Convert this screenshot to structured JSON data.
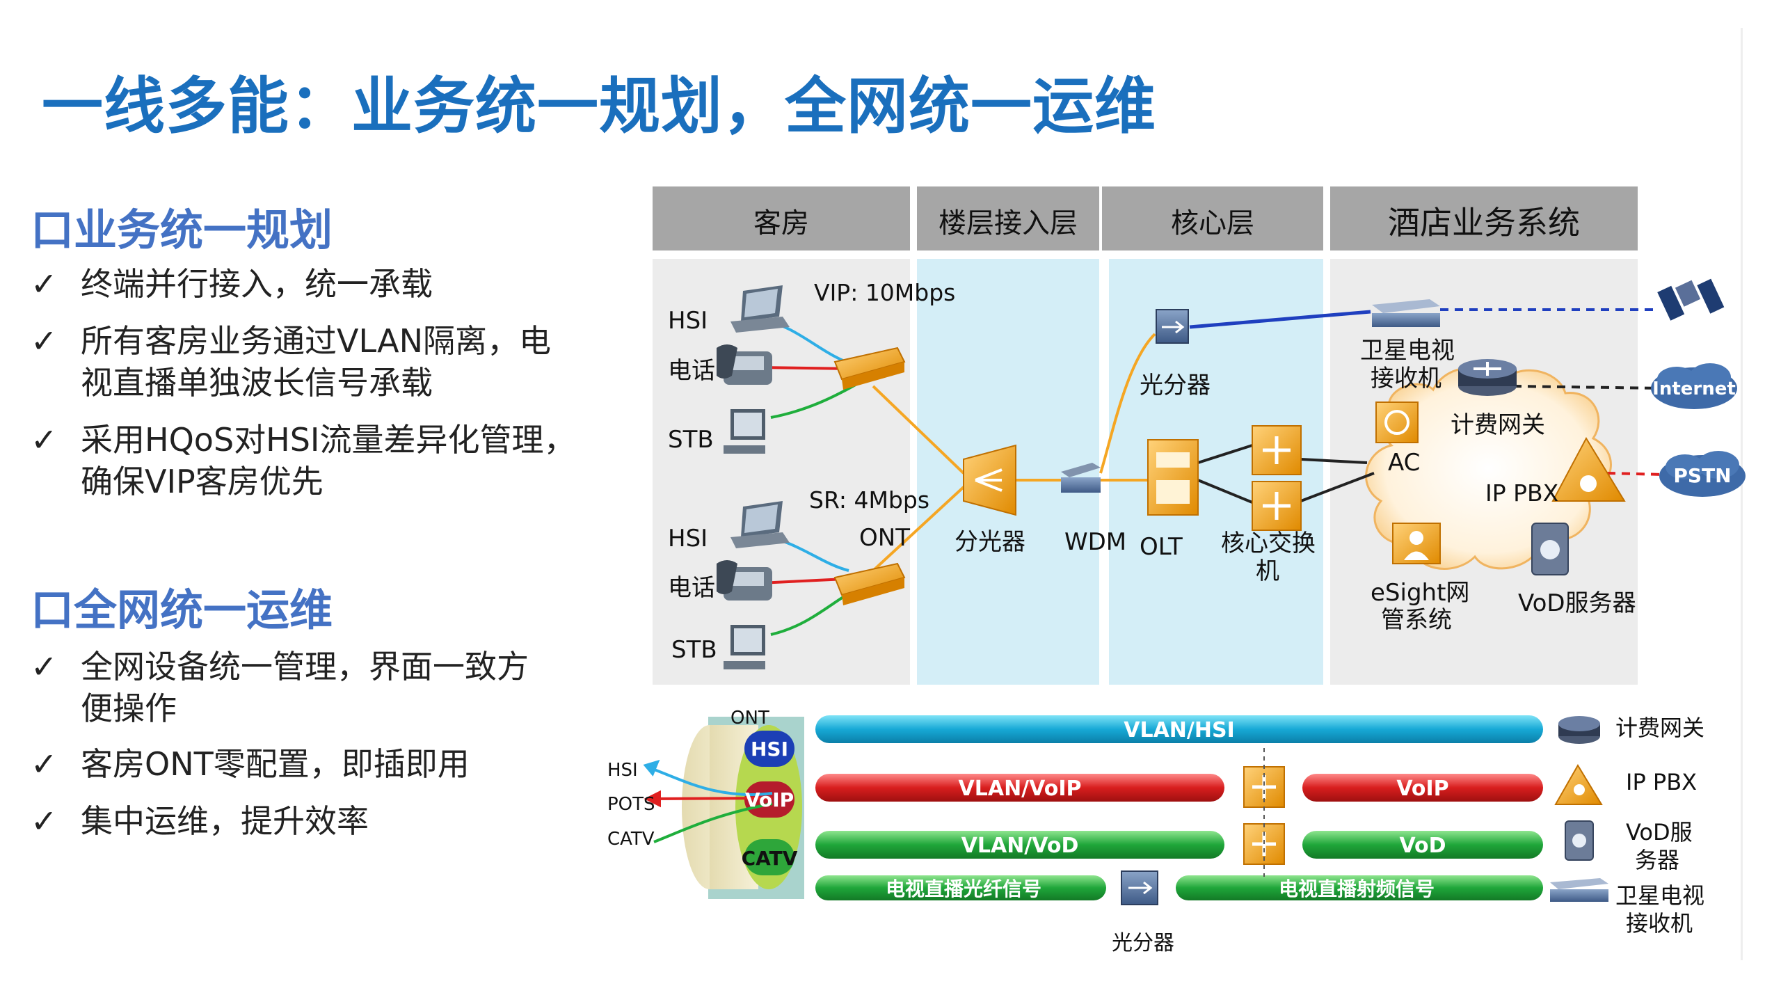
{
  "title": "一线多能：业务统一规划，全网统一运维",
  "section1": {
    "heading": "口业务统一规划",
    "bullets": [
      {
        "check": "✓",
        "lines": [
          "终端并行接入，统一承载"
        ]
      },
      {
        "check": "✓",
        "lines": [
          "所有客房业务通过VLAN隔离，电",
          "视直播单独波长信号承载"
        ]
      },
      {
        "check": "✓",
        "lines": [
          "采用HQoS对HSI流量差异化管理，",
          "确保VIP客房优先"
        ]
      }
    ]
  },
  "section2": {
    "heading": "口全网统一运维",
    "bullets": [
      {
        "check": "✓",
        "lines": [
          "全网设备统一管理，界面一致方",
          "便操作"
        ]
      },
      {
        "check": "✓",
        "lines": [
          "客房ONT零配置，即插即用"
        ]
      },
      {
        "check": "✓",
        "lines": [
          "集中运维，提升效率"
        ]
      }
    ]
  },
  "diagram": {
    "headers": {
      "room": "客房",
      "floor": "楼层接入层",
      "core": "核心层",
      "hotel": "酒店业务系统"
    },
    "vip_label": "VIP: 10Mbps",
    "sr_label": "SR: 4Mbps",
    "hsi": "HSI",
    "phone": "电话",
    "stb": "STB",
    "ont": "ONT",
    "splitter": "分光器",
    "wdm": "WDM",
    "olt": "OLT",
    "optical_splitter": "光分器",
    "core_switch_1": "核心交换",
    "core_switch_2": "机",
    "satellite_1": "卫星电视",
    "satellite_2": "接收机",
    "billing_gateway": "计费网关",
    "ac": "AC",
    "ip_pbx": "IP PBX",
    "esight_1": "eSight网",
    "esight_2": "管系统",
    "vod_server": "VoD服务器",
    "internet": "Internet",
    "pstn": "PSTN",
    "colors": {
      "header_bg": "#a6a6a6",
      "zone_grey": "#ececec",
      "zone_blue": "#d4eef7",
      "orange": "#f5a623",
      "blue_line": "#1f3fbf"
    }
  },
  "bottom": {
    "ont": "ONT",
    "port_hsi": "HSI",
    "port_voip": "VoIP",
    "port_catv": "CATV",
    "left_hsi": "HSI",
    "left_pots": "POTS",
    "left_catv": "CATV",
    "bar_vlan_hsi": "VLAN/HSI",
    "bar_vlan_voip": "VLAN/VoIP",
    "bar_voip": "VoIP",
    "bar_vlan_vod": "VLAN/VoD",
    "bar_vod": "VoD",
    "bar_tv_fiber": "电视直播光纤信号",
    "bar_tv_rf": "电视直播射频信号",
    "splitter": "光分器",
    "right_billing": "计费网关",
    "right_pbx": "IP PBX",
    "right_vod_1": "VoD服",
    "right_vod_2": "务器",
    "right_sat_1": "卫星电视",
    "right_sat_2": "接收机"
  }
}
